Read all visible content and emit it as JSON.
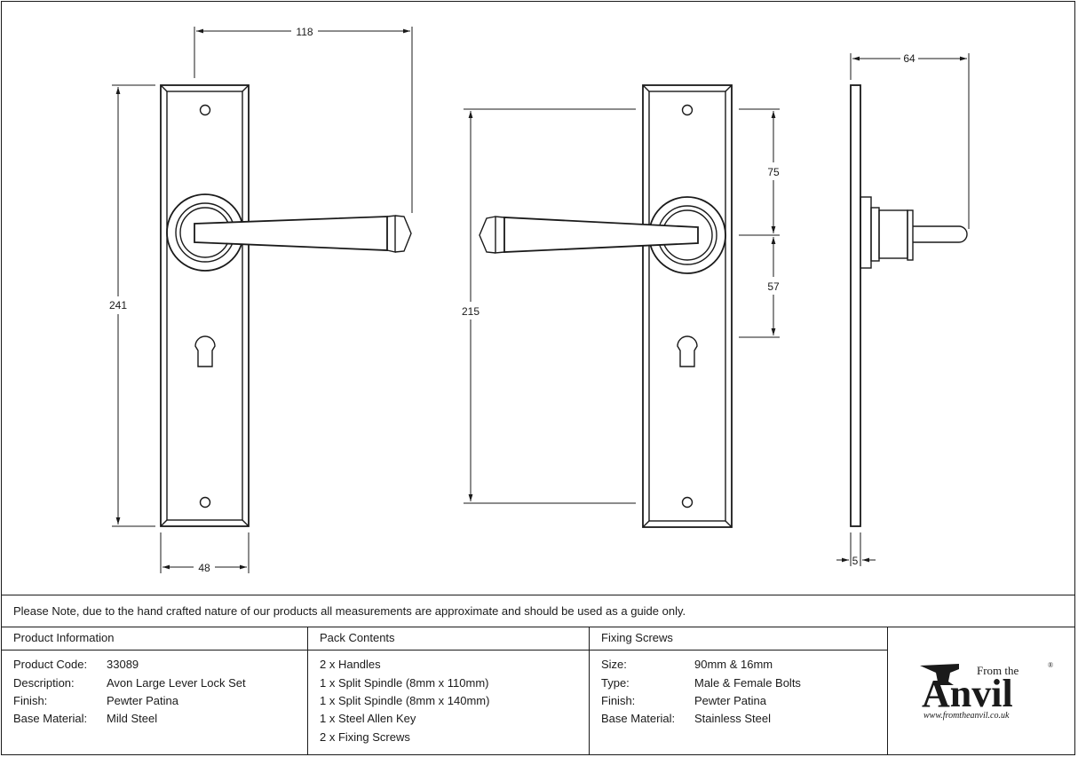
{
  "dimensions": {
    "plate_width": "48",
    "plate_height": "241",
    "handle_projection_front": "118",
    "fixing_centres": "215",
    "upper_to_spindle": "75",
    "spindle_to_keyhole": "57",
    "side_projection": "64",
    "plate_thickness": "5"
  },
  "note": "Please Note, due to the hand crafted nature of our products all measurements are approximate and should be used as a guide only.",
  "product_info": {
    "heading": "Product Information",
    "rows": [
      {
        "label": "Product Code:",
        "value": "33089"
      },
      {
        "label": "Description:",
        "value": "Avon Large Lever Lock Set"
      },
      {
        "label": "Finish:",
        "value": "Pewter Patina"
      },
      {
        "label": "Base Material:",
        "value": "Mild Steel"
      }
    ]
  },
  "pack_contents": {
    "heading": "Pack Contents",
    "items": [
      "2 x Handles",
      "1 x Split Spindle (8mm x 110mm)",
      "1 x Split Spindle (8mm x 140mm)",
      "1 x Steel Allen Key",
      "2 x Fixing Screws"
    ]
  },
  "fixing_screws": {
    "heading": "Fixing Screws",
    "rows": [
      {
        "label": "Size:",
        "value": "90mm & 16mm"
      },
      {
        "label": "Type:",
        "value": "Male & Female Bolts"
      },
      {
        "label": "Finish:",
        "value": "Pewter Patina"
      },
      {
        "label": "Base Material:",
        "value": "Stainless Steel"
      }
    ]
  },
  "logo": {
    "from_the": "From the",
    "brand": "Anvil",
    "registered": "®",
    "url": "www.fromtheanvil.co.uk"
  }
}
